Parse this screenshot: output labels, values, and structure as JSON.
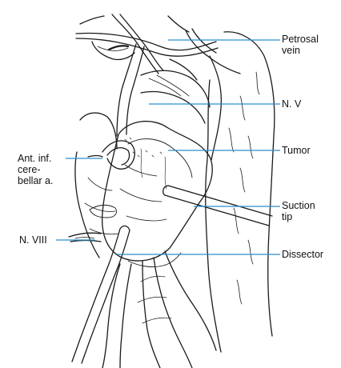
{
  "colors": {
    "leader_line": "#2a8fd0",
    "ink": "#1a1a1a",
    "background": "#ffffff"
  },
  "labels": {
    "petrosal_vein": "Petrosal\nvein",
    "n_v": "N. V",
    "tumor": "Tumor",
    "suction_tip": "Suction\ntip",
    "dissector": "Dissector",
    "ant_inf_cerebellar": "Ant. inf.\ncere-\nbellar a.",
    "n_viii": "N. VIII"
  }
}
